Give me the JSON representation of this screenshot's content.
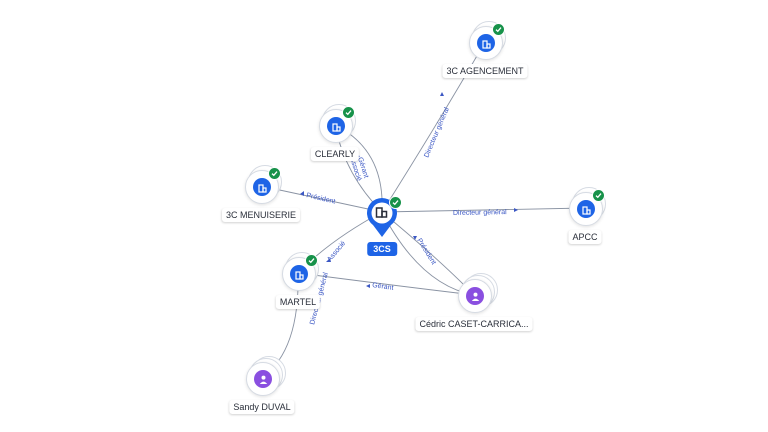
{
  "center": {
    "label": "3CS"
  },
  "nodes": {
    "agencement": {
      "label": "3C AGENCEMENT"
    },
    "clearly": {
      "label": "CLEARLY"
    },
    "menuiserie": {
      "label": "3C MENUISERIE"
    },
    "apcc": {
      "label": "APCC"
    },
    "martel": {
      "label": "MARTEL"
    },
    "cedric": {
      "label": "Cédric CASET-CARRICA..."
    },
    "sandy": {
      "label": "Sandy DUVAL"
    }
  },
  "edges": {
    "agencement": "Directeur général",
    "clearly_gerant": "Gérant",
    "clearly_associe": "Associé",
    "menuiserie": "Président",
    "apcc": "Directeur général",
    "martel_associe": "Associé",
    "cedric_president": "Président",
    "cedric_gerant": "Gérant",
    "sandy": "Directeur général"
  },
  "colors": {
    "company": "#1e64e6",
    "person": "#8a4fe0",
    "verified": "#17924a",
    "edge": "#8a93a3",
    "edge_label": "#3b57c4"
  }
}
